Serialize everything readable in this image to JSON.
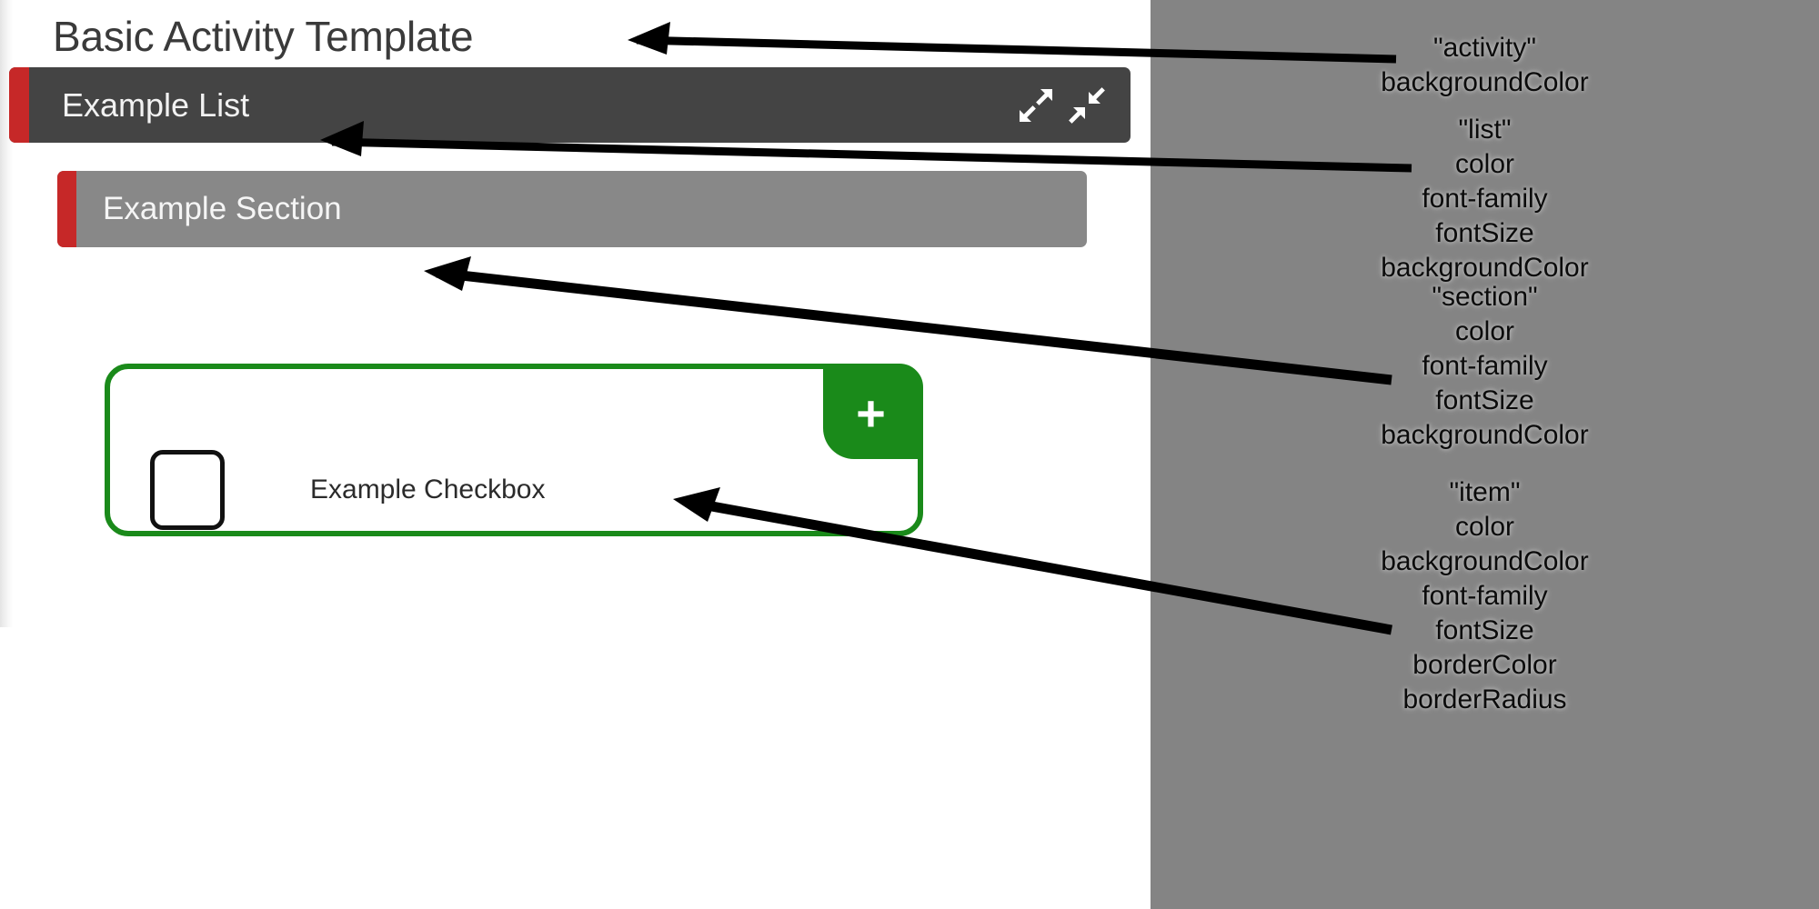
{
  "app": {
    "activity_title": "Basic Activity Template",
    "list": {
      "title": "Example List",
      "expand_icon": "expand-icon",
      "collapse_icon": "collapse-icon"
    },
    "section": {
      "title": "Example Section"
    },
    "item": {
      "label": "Example Checkbox",
      "add_label": "+",
      "checkbox_checked": "false"
    }
  },
  "annotations": [
    {
      "id": "activity",
      "key": "\"activity\"",
      "props": [
        "backgroundColor"
      ]
    },
    {
      "id": "list",
      "key": "\"list\"",
      "props": [
        "color",
        "font-family",
        "fontSize",
        "backgroundColor"
      ]
    },
    {
      "id": "section",
      "key": "\"section\"",
      "props": [
        "color",
        "font-family",
        "fontSize",
        "backgroundColor"
      ]
    },
    {
      "id": "item",
      "key": "\"item\"",
      "props": [
        "color",
        "backgroundColor",
        "font-family",
        "fontSize",
        "borderColor",
        "borderRadius"
      ]
    }
  ],
  "colors": {
    "activity_background": "#ffffff",
    "list_background": "#444444",
    "list_text": "#f2f2f2",
    "accent_red": "#c62828",
    "section_background": "#888888",
    "section_text": "#f5f5f5",
    "item_border": "#1a8a1a",
    "item_background": "#ffffff",
    "item_text": "#2b2b2b",
    "panel_background": "#848484",
    "annotation_text": "#0b0b0b",
    "leader_line": "#000000"
  }
}
